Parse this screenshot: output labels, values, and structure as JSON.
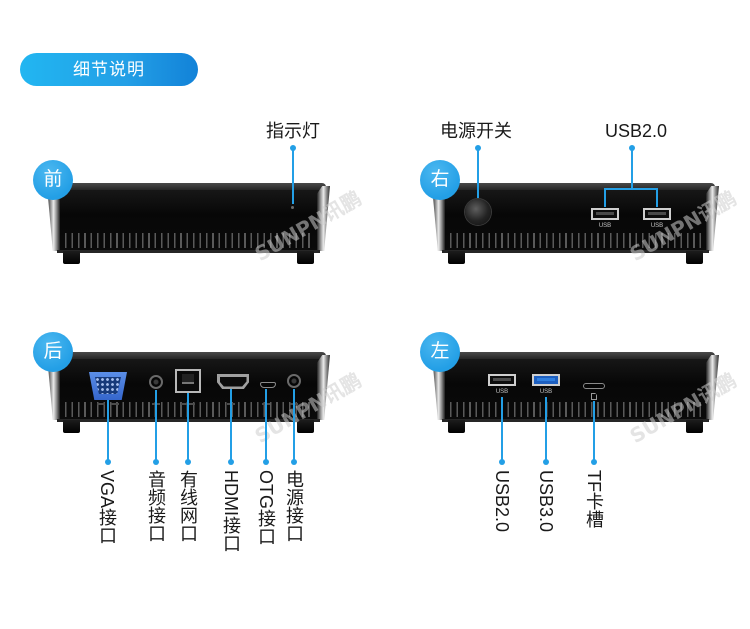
{
  "header": {
    "badge": "细节说明"
  },
  "watermark": "SUNPN讯鹏",
  "colors": {
    "accent": "#239fe6",
    "usb3_blue": "#2f7fe0",
    "vga_blue": "#3566cc"
  },
  "views": {
    "front": {
      "badge": "前",
      "callouts": [
        {
          "label": "指示灯"
        }
      ]
    },
    "right": {
      "badge": "右",
      "callouts": [
        {
          "label": "电源开关"
        },
        {
          "label": "USB2.0"
        }
      ],
      "port_text": "USB"
    },
    "back": {
      "badge": "后",
      "callouts": [
        {
          "label": "VGA接口"
        },
        {
          "label": "音频接口"
        },
        {
          "label": "有线网口"
        },
        {
          "label": "HDMI接口"
        },
        {
          "label": "OTG接口"
        },
        {
          "label": "电源接口"
        }
      ]
    },
    "left": {
      "badge": "左",
      "callouts": [
        {
          "label": "USB2.0"
        },
        {
          "label": "USB3.0"
        },
        {
          "label": "TF卡槽"
        }
      ],
      "port_text": "USB"
    }
  }
}
